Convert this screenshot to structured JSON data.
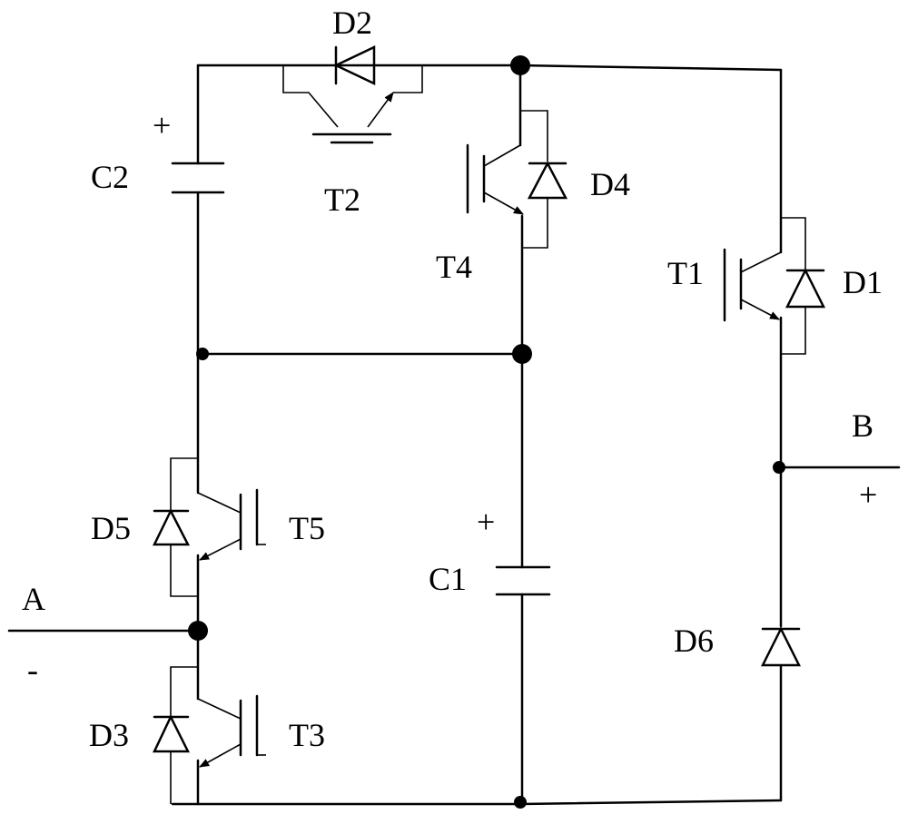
{
  "labels": {
    "D2": "D2",
    "T2": "T2",
    "C2": "C2",
    "T4": "T4",
    "D4": "D4",
    "T1": "T1",
    "D1": "D1",
    "B": "B",
    "D5": "D5",
    "T5": "T5",
    "C1": "C1",
    "A": "A",
    "D6": "D6",
    "D3": "D3",
    "T3": "T3"
  },
  "signs": {
    "c2_plus": "+",
    "c1_plus": "+",
    "b_plus": "+",
    "a_minus": "-"
  }
}
